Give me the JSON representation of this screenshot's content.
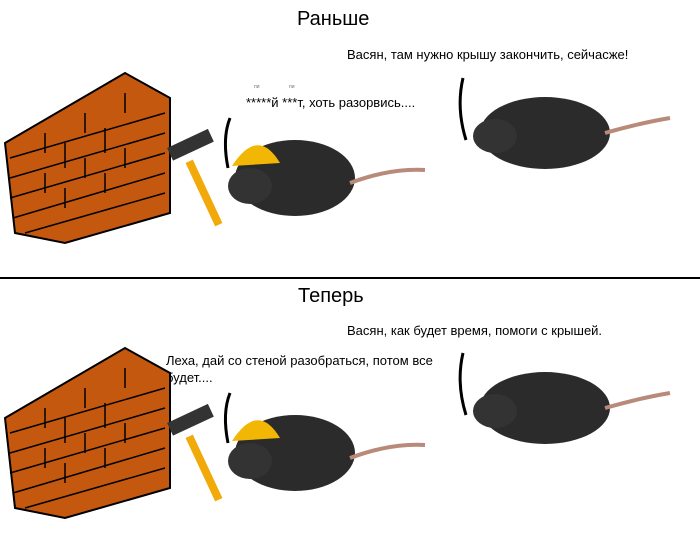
{
  "panels": [
    {
      "title": "Раньше",
      "worker_speech": "*****й ***т, хоть разорвись....",
      "censor_marks": [
        "пи",
        "пи"
      ],
      "boss_speech": "Васян, там нужно крышу закончить, сейчасже!"
    },
    {
      "title": "Теперь",
      "worker_speech": "Леха, дай со стеной разобраться, потом все будет....",
      "boss_speech": "Васян, как будет время, помоги с крышей."
    }
  ],
  "colors": {
    "brick": "#c4580f",
    "rat": "#2b2b2b",
    "helmet": "#f2b705"
  }
}
